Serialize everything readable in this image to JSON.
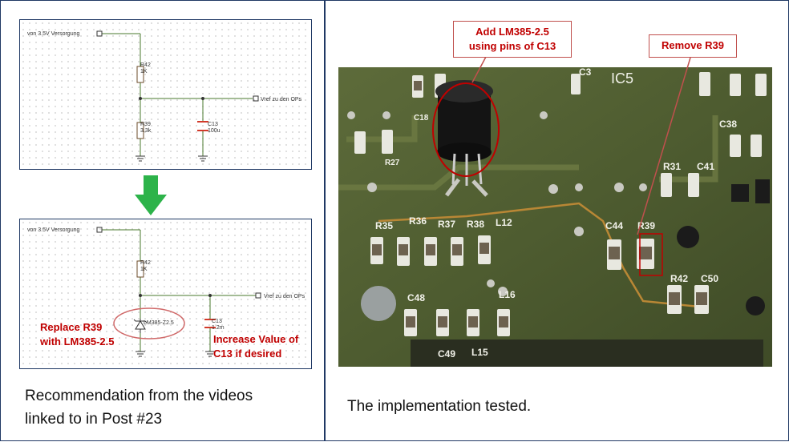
{
  "left_panel": {
    "caption": [
      "Recommendation from the videos",
      "linked to in Post #23"
    ],
    "original_schematic": {
      "supply_label": "von 3.5V Versorgung",
      "r42": {
        "name": "R42",
        "value": "1K"
      },
      "r39": {
        "name": "R39",
        "value": "3.3k"
      },
      "c13": {
        "name": "C13",
        "value": "100u"
      },
      "vref_label": "Vref zu den OPs"
    },
    "modified_schematic": {
      "supply_label": "von 3.5V Versorgung",
      "r42": {
        "name": "R42",
        "value": "1K"
      },
      "diode_label": "LM385-Z2.5",
      "c13": {
        "name": "C13",
        "value": "1.2m"
      },
      "vref_label": "Vref zu den OPs",
      "note_replace": [
        "Replace R39",
        "with LM385-2.5"
      ],
      "note_increase": [
        "Increase Value of",
        "C13 if desired"
      ]
    },
    "arrow_color": "#2db34a"
  },
  "right_panel": {
    "caption": "The implementation tested.",
    "callout_add": [
      "Add LM385-2.5",
      "using pins of C13"
    ],
    "callout_remove": "Remove R39",
    "pcb_labels": {
      "ic5": "IC5",
      "c3": "C3",
      "c38": "C38",
      "r31": "R31",
      "c41": "C41",
      "r35": "R35",
      "r36": "R36",
      "r37": "R37",
      "r38": "R38",
      "l12": "L12",
      "c44": "C44",
      "r39": "R39",
      "r42": "R42",
      "c50": "C50",
      "c48": "C48",
      "l16": "L16",
      "c49": "C49",
      "l15": "L15",
      "c18": "C18",
      "r27": "R27"
    },
    "accent": "#c00000"
  }
}
